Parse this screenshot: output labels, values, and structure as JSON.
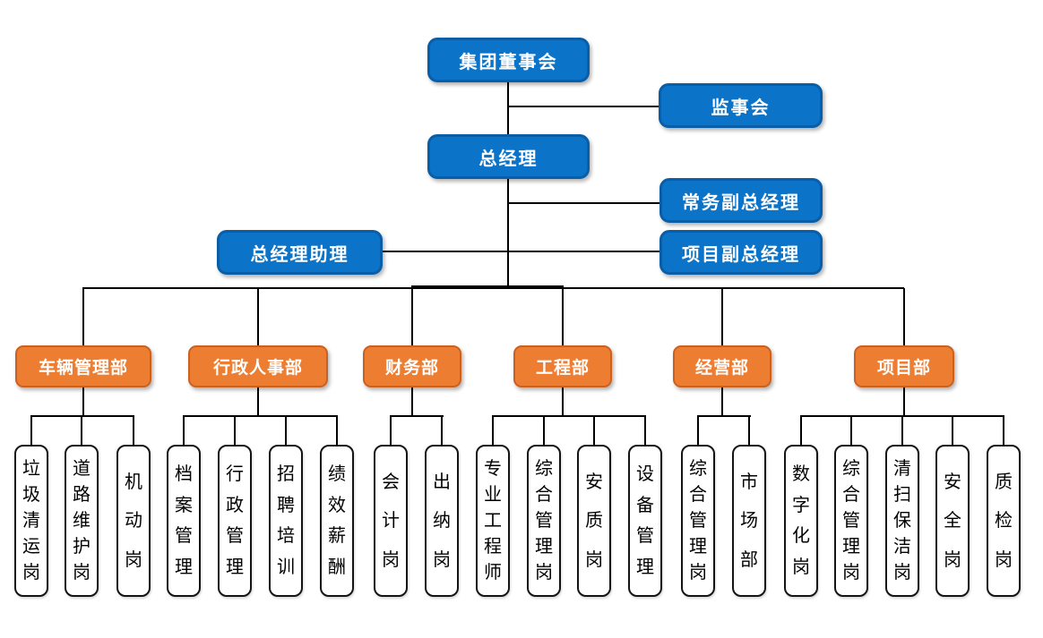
{
  "palette": {
    "blue": "#0b74c9",
    "blue_border": "#0a5ea8",
    "orange": "#ed7d31",
    "orange_border": "#cb6120",
    "line": "#000000",
    "child_border": "#141414",
    "text_light": "#ffffff",
    "text_dark": "#000000"
  },
  "nodes": {
    "board": "集团董事会",
    "supervisory": "监事会",
    "gm": "总经理",
    "exec_deputy_gm": "常务副总经理",
    "gm_assistant": "总经理助理",
    "project_deputy_gm": "项目副总经理"
  },
  "departments": [
    {
      "label": "车辆管理部",
      "positions": [
        "垃圾清运岗",
        "道路维护岗",
        "机动岗"
      ]
    },
    {
      "label": "行政人事部",
      "positions": [
        "档案管理",
        "行政管理",
        "招聘培训",
        "绩效薪酬"
      ]
    },
    {
      "label": "财务部",
      "positions": [
        "会计岗",
        "出纳岗"
      ]
    },
    {
      "label": "工程部",
      "positions": [
        "专业工程师",
        "综合管理岗",
        "安质岗",
        "设备管理"
      ]
    },
    {
      "label": "经营部",
      "positions": [
        "综合管理岗",
        "市场部"
      ]
    },
    {
      "label": "项目部",
      "positions": [
        "数字化岗",
        "综合管理岗",
        "清扫保洁岗",
        "安全岗",
        "质检岗"
      ]
    }
  ]
}
